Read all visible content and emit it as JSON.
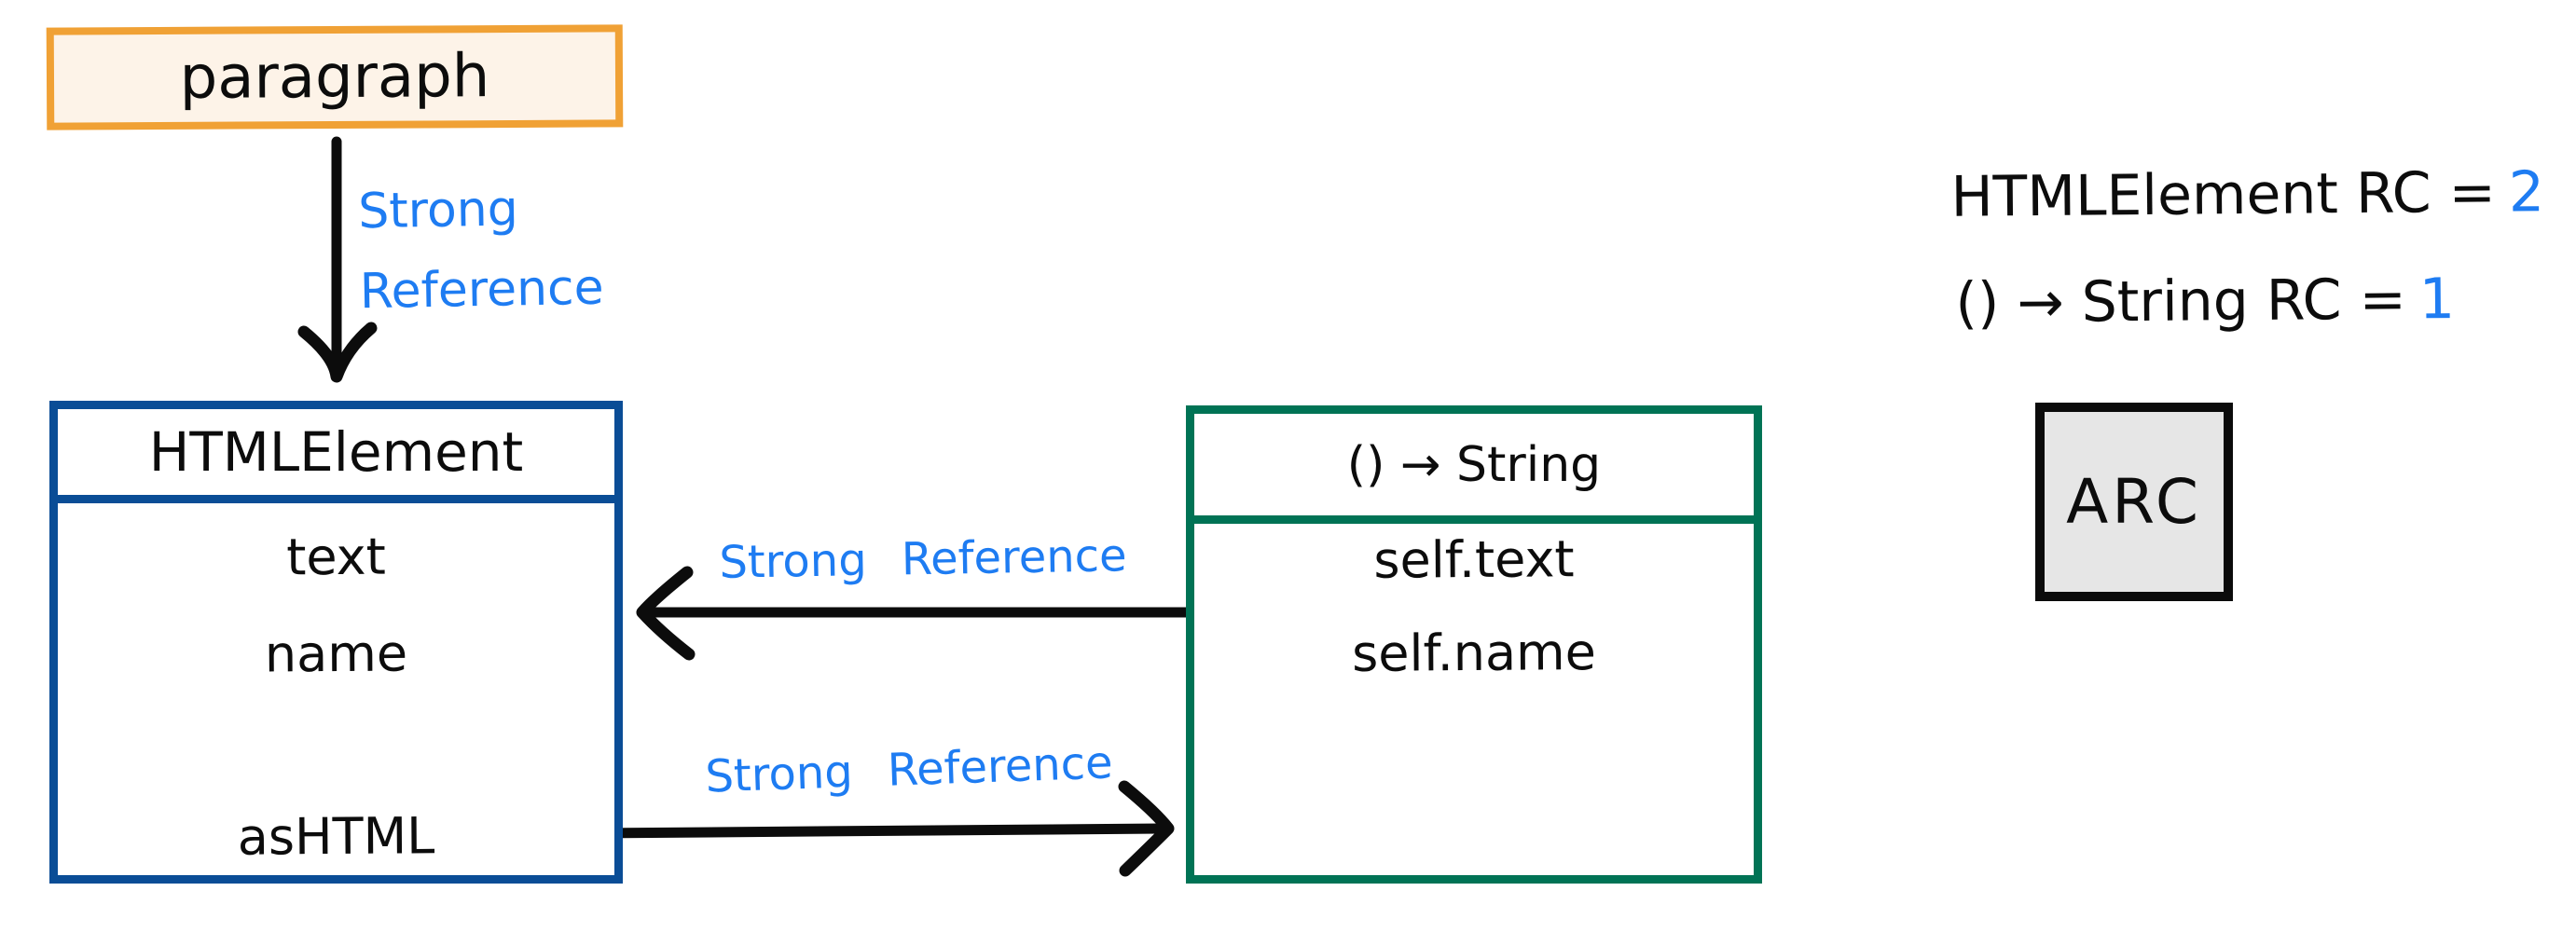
{
  "colors": {
    "background": "#ffffff",
    "ink": "#0c0c0c",
    "paragraph_border": "#f0a135",
    "paragraph_fill": "#fdf3e8",
    "htmlelement_border": "#0a4d96",
    "closure_border": "#007355",
    "reference_label_blue": "#1e7cf2",
    "arc_fill": "#e6e6e6",
    "arc_border": "#0b0b0b"
  },
  "paragraph_box": {
    "label": "paragraph"
  },
  "down_arrow": {
    "label_line1": "Strong",
    "label_line2": "Reference"
  },
  "html_element_box": {
    "title": "HTMLElement",
    "members": [
      "text",
      "name",
      "asHTML"
    ]
  },
  "closure_box": {
    "title": "() → String",
    "members": [
      "self.text",
      "self.name"
    ]
  },
  "middle_arrow": {
    "label": "Strong Reference"
  },
  "bottom_arrow": {
    "label": "Strong Reference"
  },
  "ref_counts": [
    {
      "prefix": "HTMLElement RC =",
      "value": "2"
    },
    {
      "prefix": "() → String RC =",
      "value": "1"
    }
  ],
  "arc_box": {
    "label": "ARC"
  }
}
